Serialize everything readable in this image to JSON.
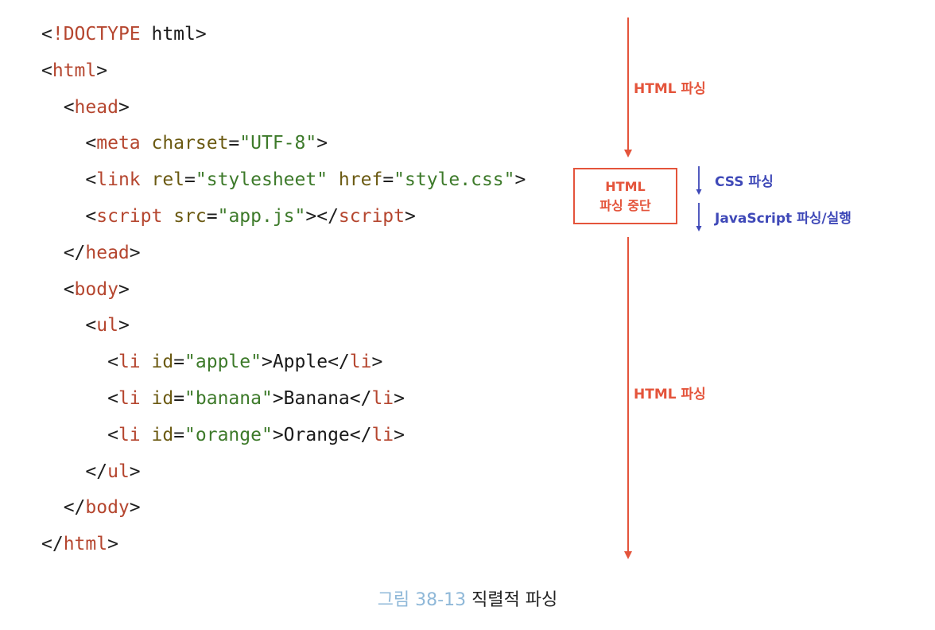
{
  "code_lines": [
    [
      {
        "t": "<",
        "c": "punct"
      },
      {
        "t": "!DOCTYPE",
        "c": "tag"
      },
      {
        "t": " html",
        "c": "txt"
      },
      {
        "t": ">",
        "c": "punct"
      }
    ],
    [
      {
        "t": "<",
        "c": "punct"
      },
      {
        "t": "html",
        "c": "tag"
      },
      {
        "t": ">",
        "c": "punct"
      }
    ],
    [
      {
        "t": "  <",
        "c": "punct"
      },
      {
        "t": "head",
        "c": "tag"
      },
      {
        "t": ">",
        "c": "punct"
      }
    ],
    [
      {
        "t": "    <",
        "c": "punct"
      },
      {
        "t": "meta",
        "c": "tag"
      },
      {
        "t": " charset",
        "c": "attr"
      },
      {
        "t": "=",
        "c": "punct"
      },
      {
        "t": "\"UTF-8\"",
        "c": "str"
      },
      {
        "t": ">",
        "c": "punct"
      }
    ],
    [
      {
        "t": "    <",
        "c": "punct"
      },
      {
        "t": "link",
        "c": "tag"
      },
      {
        "t": " rel",
        "c": "attr"
      },
      {
        "t": "=",
        "c": "punct"
      },
      {
        "t": "\"stylesheet\"",
        "c": "str"
      },
      {
        "t": " href",
        "c": "attr"
      },
      {
        "t": "=",
        "c": "punct"
      },
      {
        "t": "\"style.css\"",
        "c": "str"
      },
      {
        "t": ">",
        "c": "punct"
      }
    ],
    [
      {
        "t": "    <",
        "c": "punct"
      },
      {
        "t": "script",
        "c": "tag"
      },
      {
        "t": " src",
        "c": "attr"
      },
      {
        "t": "=",
        "c": "punct"
      },
      {
        "t": "\"app.js\"",
        "c": "str"
      },
      {
        "t": "></",
        "c": "punct"
      },
      {
        "t": "script",
        "c": "tag"
      },
      {
        "t": ">",
        "c": "punct"
      }
    ],
    [
      {
        "t": "  </",
        "c": "punct"
      },
      {
        "t": "head",
        "c": "tag"
      },
      {
        "t": ">",
        "c": "punct"
      }
    ],
    [
      {
        "t": "  <",
        "c": "punct"
      },
      {
        "t": "body",
        "c": "tag"
      },
      {
        "t": ">",
        "c": "punct"
      }
    ],
    [
      {
        "t": "    <",
        "c": "punct"
      },
      {
        "t": "ul",
        "c": "tag"
      },
      {
        "t": ">",
        "c": "punct"
      }
    ],
    [
      {
        "t": "      <",
        "c": "punct"
      },
      {
        "t": "li",
        "c": "tag"
      },
      {
        "t": " id",
        "c": "attr"
      },
      {
        "t": "=",
        "c": "punct"
      },
      {
        "t": "\"apple\"",
        "c": "str"
      },
      {
        "t": ">Apple</",
        "c": "txt"
      },
      {
        "t": "li",
        "c": "tag"
      },
      {
        "t": ">",
        "c": "punct"
      }
    ],
    [
      {
        "t": "      <",
        "c": "punct"
      },
      {
        "t": "li",
        "c": "tag"
      },
      {
        "t": " id",
        "c": "attr"
      },
      {
        "t": "=",
        "c": "punct"
      },
      {
        "t": "\"banana\"",
        "c": "str"
      },
      {
        "t": ">Banana</",
        "c": "txt"
      },
      {
        "t": "li",
        "c": "tag"
      },
      {
        "t": ">",
        "c": "punct"
      }
    ],
    [
      {
        "t": "      <",
        "c": "punct"
      },
      {
        "t": "li",
        "c": "tag"
      },
      {
        "t": " id",
        "c": "attr"
      },
      {
        "t": "=",
        "c": "punct"
      },
      {
        "t": "\"orange\"",
        "c": "str"
      },
      {
        "t": ">Orange</",
        "c": "txt"
      },
      {
        "t": "li",
        "c": "tag"
      },
      {
        "t": ">",
        "c": "punct"
      }
    ],
    [
      {
        "t": "    </",
        "c": "punct"
      },
      {
        "t": "ul",
        "c": "tag"
      },
      {
        "t": ">",
        "c": "punct"
      }
    ],
    [
      {
        "t": "  </",
        "c": "punct"
      },
      {
        "t": "body",
        "c": "tag"
      },
      {
        "t": ">",
        "c": "punct"
      }
    ],
    [
      {
        "t": "</",
        "c": "punct"
      },
      {
        "t": "html",
        "c": "tag"
      },
      {
        "t": ">",
        "c": "punct"
      }
    ]
  ],
  "diagram": {
    "parse_label_top": "HTML 파싱",
    "parse_label_bottom": "HTML 파싱",
    "stop_box_line1": "HTML",
    "stop_box_line2": "파싱 중단",
    "css_label": "CSS 파싱",
    "js_label": "JavaScript 파싱/실행"
  },
  "caption": {
    "number": "그림 38-13",
    "text": "직렬적 파싱"
  },
  "colors": {
    "parse_orange": "#e4543b",
    "css_js_blue": "#3f49b8",
    "caption_number": "#8fb8d8"
  }
}
